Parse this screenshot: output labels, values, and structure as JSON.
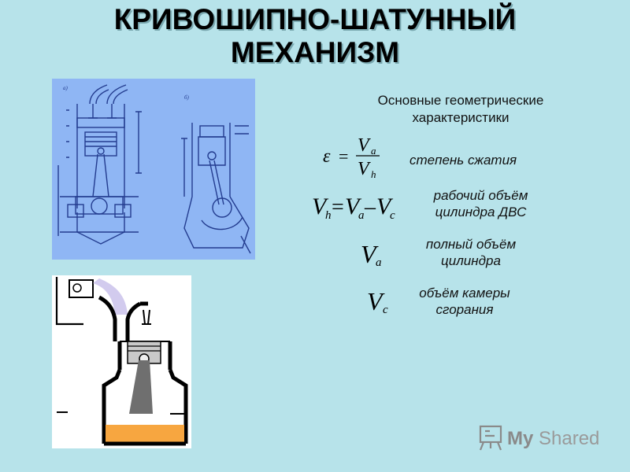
{
  "title": {
    "line1": "КРИВОШИПНО-ШАТУННЫЙ",
    "line2": "МЕХАНИЗМ"
  },
  "subtitle": {
    "line1": "Основные геометрические",
    "line2": "характеристики"
  },
  "formulas": {
    "compression": {
      "epsilon": "ε",
      "equals": "=",
      "num_v": "V",
      "num_sub": "a",
      "den_v": "V",
      "den_sub": "h",
      "label": "степень сжатия"
    },
    "working_volume": {
      "v1": "V",
      "s1": "h",
      "equals": "=",
      "v2": "V",
      "s2": "a",
      "minus": "–",
      "v3": "V",
      "s3": "c",
      "label_line1": "рабочий объём",
      "label_line2": "цилиндра ДВС"
    },
    "total_volume": {
      "v": "V",
      "sub": "a",
      "label_line1": "полный объём",
      "label_line2": "цилиндра"
    },
    "chamber_volume": {
      "v": "V",
      "sub": "c",
      "label_line1": "объём камеры",
      "label_line2": "сгорания"
    }
  },
  "watermark": {
    "text_my": "My",
    "text_rest": "Shared",
    "icon": "presentation-board-icon"
  },
  "colors": {
    "background": "#b7e3ea",
    "diagram_panel": "#8fb6f4",
    "oil": "#f7a640",
    "piston_gray": "#777777",
    "line_blue": "#233c8f"
  }
}
